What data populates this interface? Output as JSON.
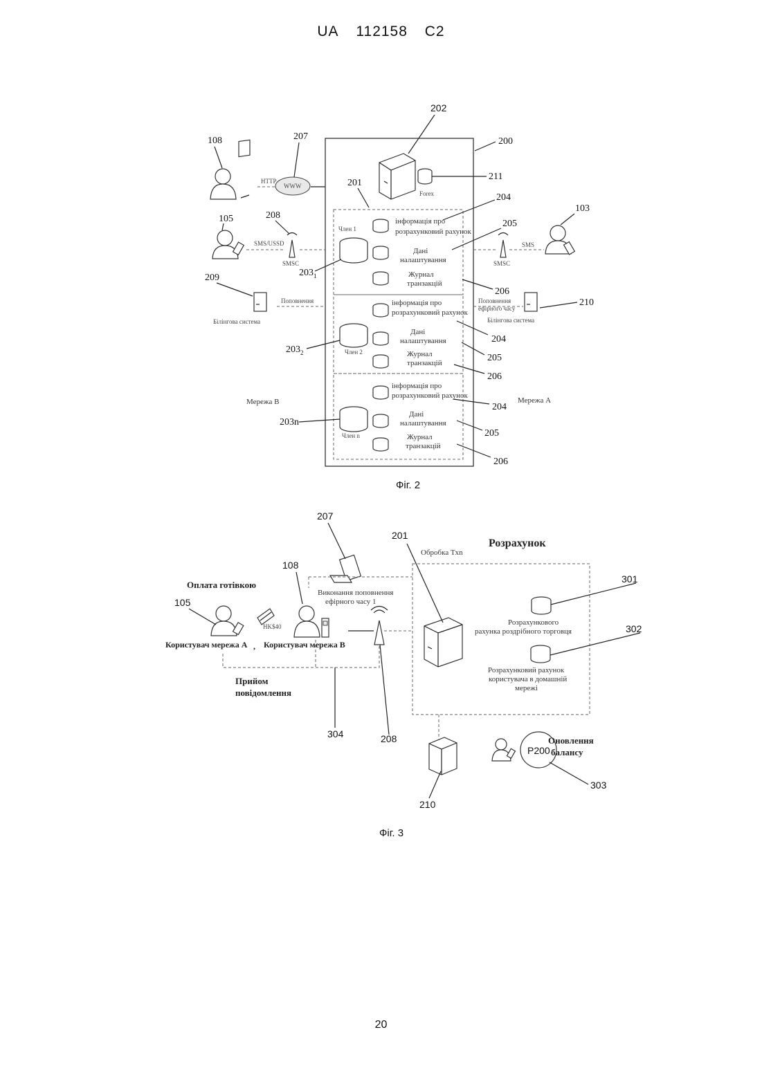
{
  "header": {
    "country": "UA",
    "number": "112158",
    "kind": "C2"
  },
  "page_number": "20",
  "fig2": {
    "caption": "Фіг. 2",
    "refs": {
      "r108": "108",
      "r207": "207",
      "r202": "202",
      "r200": "200",
      "r211": "211",
      "r201": "201",
      "r204a": "204",
      "r103": "103",
      "r105": "105",
      "r208": "208",
      "r205a": "205",
      "r203_1": "203",
      "r203_1_sub": "1",
      "r206a": "206",
      "r209": "209",
      "r210": "210",
      "r204b": "204",
      "r205b": "205",
      "r206b": "206",
      "r203_2": "203",
      "r203_2_sub": "2",
      "r204c": "204",
      "r203n": "203n",
      "r205c": "205",
      "r206c": "206"
    },
    "labels": {
      "http": "HTTP",
      "www": "WWW",
      "sms": "SMS/USSD",
      "sms_right": "SMS",
      "smsc_left": "SMSC",
      "smsc_right": "SMSC",
      "forex": "Forex",
      "member1": "Член 1",
      "member2": "Член 2",
      "membern": "Член n",
      "info1": "інформація про",
      "info2": "розрахунковий рахунок",
      "data1": "Дані",
      "data2": "налаштування",
      "log1": "Журнал",
      "log2": "транзакцій",
      "billing": "Білінгова система",
      "billing_right": "Білінгова система",
      "billing_link": "Поповнення",
      "topup1": "Поповнення",
      "topup2": "ефірного часу",
      "net_b": "Мережа В",
      "net_a": "Мережа А"
    }
  },
  "fig3": {
    "caption": "Фіг. 3",
    "refs": {
      "r207": "207",
      "r201": "201",
      "r108": "108",
      "r105": "105",
      "r301": "301",
      "r302": "302",
      "r304": "304",
      "r208": "208",
      "r210": "210",
      "r303": "303"
    },
    "labels": {
      "settlement": "Розрахунок",
      "processing": "Обробка Txn",
      "cash": "Оплата готівкою",
      "topup_exec1": "Виконання поповнення",
      "topup_exec2": "ефірного часу 1",
      "user_a": "Користувач мережа А",
      "user_b": "Користувач мережа В",
      "hkd": "HK$40",
      "comma": ",",
      "msg1": "Прийом",
      "msg2": "повідомлення",
      "acc1_1": "Розрахункового",
      "acc1_2": "рахунка роздрібного торговця",
      "acc2_1": "Розрахунковий рахунок",
      "acc2_2": "користувача в домашній",
      "acc2_3": "мережі",
      "balance_value": "P200",
      "balance1": "Оновлення",
      "balance2": "балансу"
    }
  }
}
